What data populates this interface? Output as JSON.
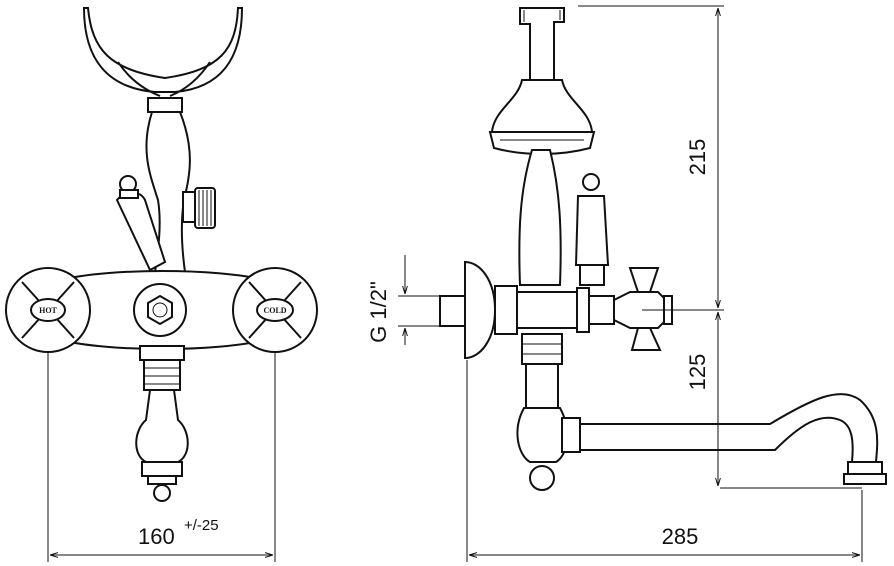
{
  "front_view": {
    "hot_label": "HOT",
    "cold_label": "COLD",
    "width_dimension": "160",
    "width_tolerance": "+/-25"
  },
  "side_view": {
    "thread_label": "G 1/2\"",
    "shower_height_dimension": "215",
    "spout_height_dimension": "125",
    "projection_dimension": "285"
  }
}
